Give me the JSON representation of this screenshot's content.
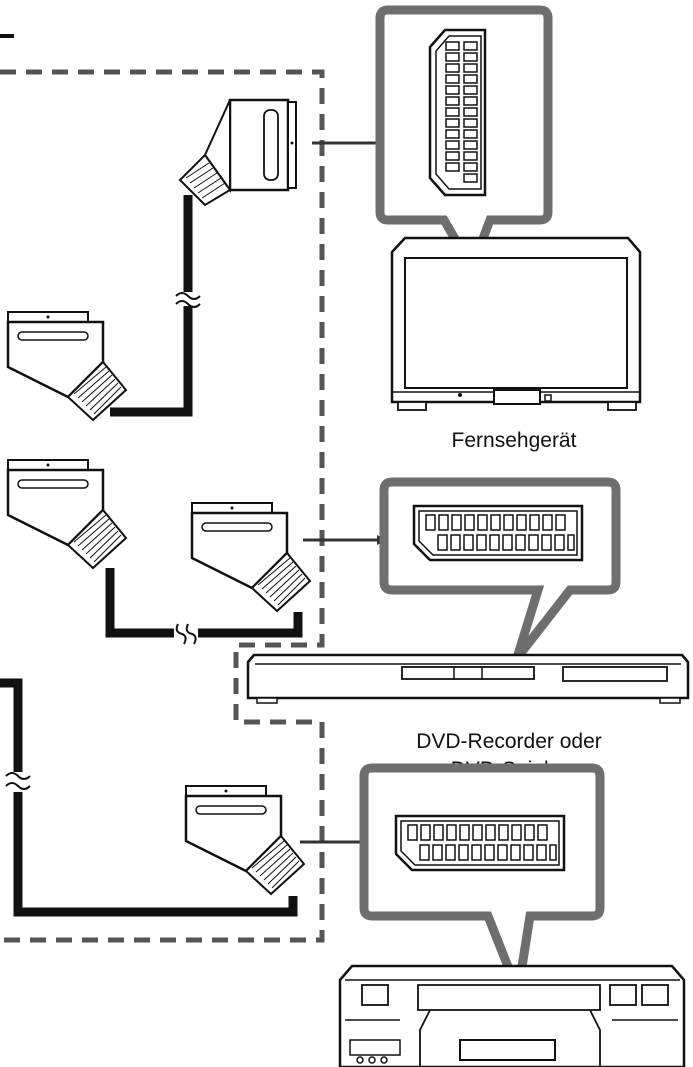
{
  "labels": {
    "tv": "Fernsehgerät",
    "dvd_line1": "DVD-Recorder oder",
    "dvd_line2": "DVD-Spieler"
  },
  "icons": [
    "scart-plug-icon",
    "scart-socket-icon",
    "arrow-icon",
    "tilde-break-icon",
    "television-icon",
    "dvd-recorder-icon",
    "vcr-icon"
  ],
  "colors": {
    "ink": "#111111",
    "frame": "#6e6e6e",
    "dash": "#555555",
    "background": "#ffffff"
  }
}
